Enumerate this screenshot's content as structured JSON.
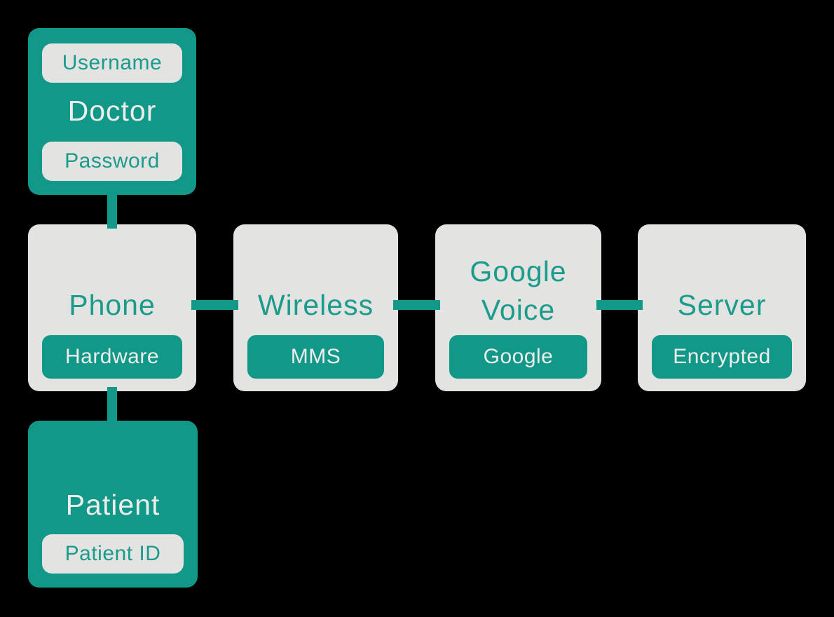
{
  "colors": {
    "background": "#000000",
    "teal": "#129888",
    "light_gray": "#e3e3e2",
    "teal_text": "#1a9b8b",
    "light_text": "#ededeb"
  },
  "diagram": {
    "nodes": {
      "doctor": {
        "title": "Doctor",
        "top_badge": "Username",
        "bottom_badge": "Password",
        "variant": "teal"
      },
      "phone": {
        "title": "Phone",
        "bottom_badge": "Hardware",
        "variant": "light"
      },
      "patient": {
        "title": "Patient",
        "bottom_badge": "Patient ID",
        "variant": "teal"
      },
      "wireless": {
        "title": "Wireless",
        "bottom_badge": "MMS",
        "variant": "light"
      },
      "google_voice": {
        "title": "Google Voice",
        "bottom_badge": "Google",
        "variant": "light"
      },
      "server": {
        "title": "Server",
        "bottom_badge": "Encrypted",
        "variant": "light"
      }
    },
    "edges": [
      {
        "from": "doctor",
        "to": "phone"
      },
      {
        "from": "phone",
        "to": "wireless"
      },
      {
        "from": "phone",
        "to": "patient"
      },
      {
        "from": "wireless",
        "to": "google_voice"
      },
      {
        "from": "google_voice",
        "to": "server"
      }
    ]
  }
}
